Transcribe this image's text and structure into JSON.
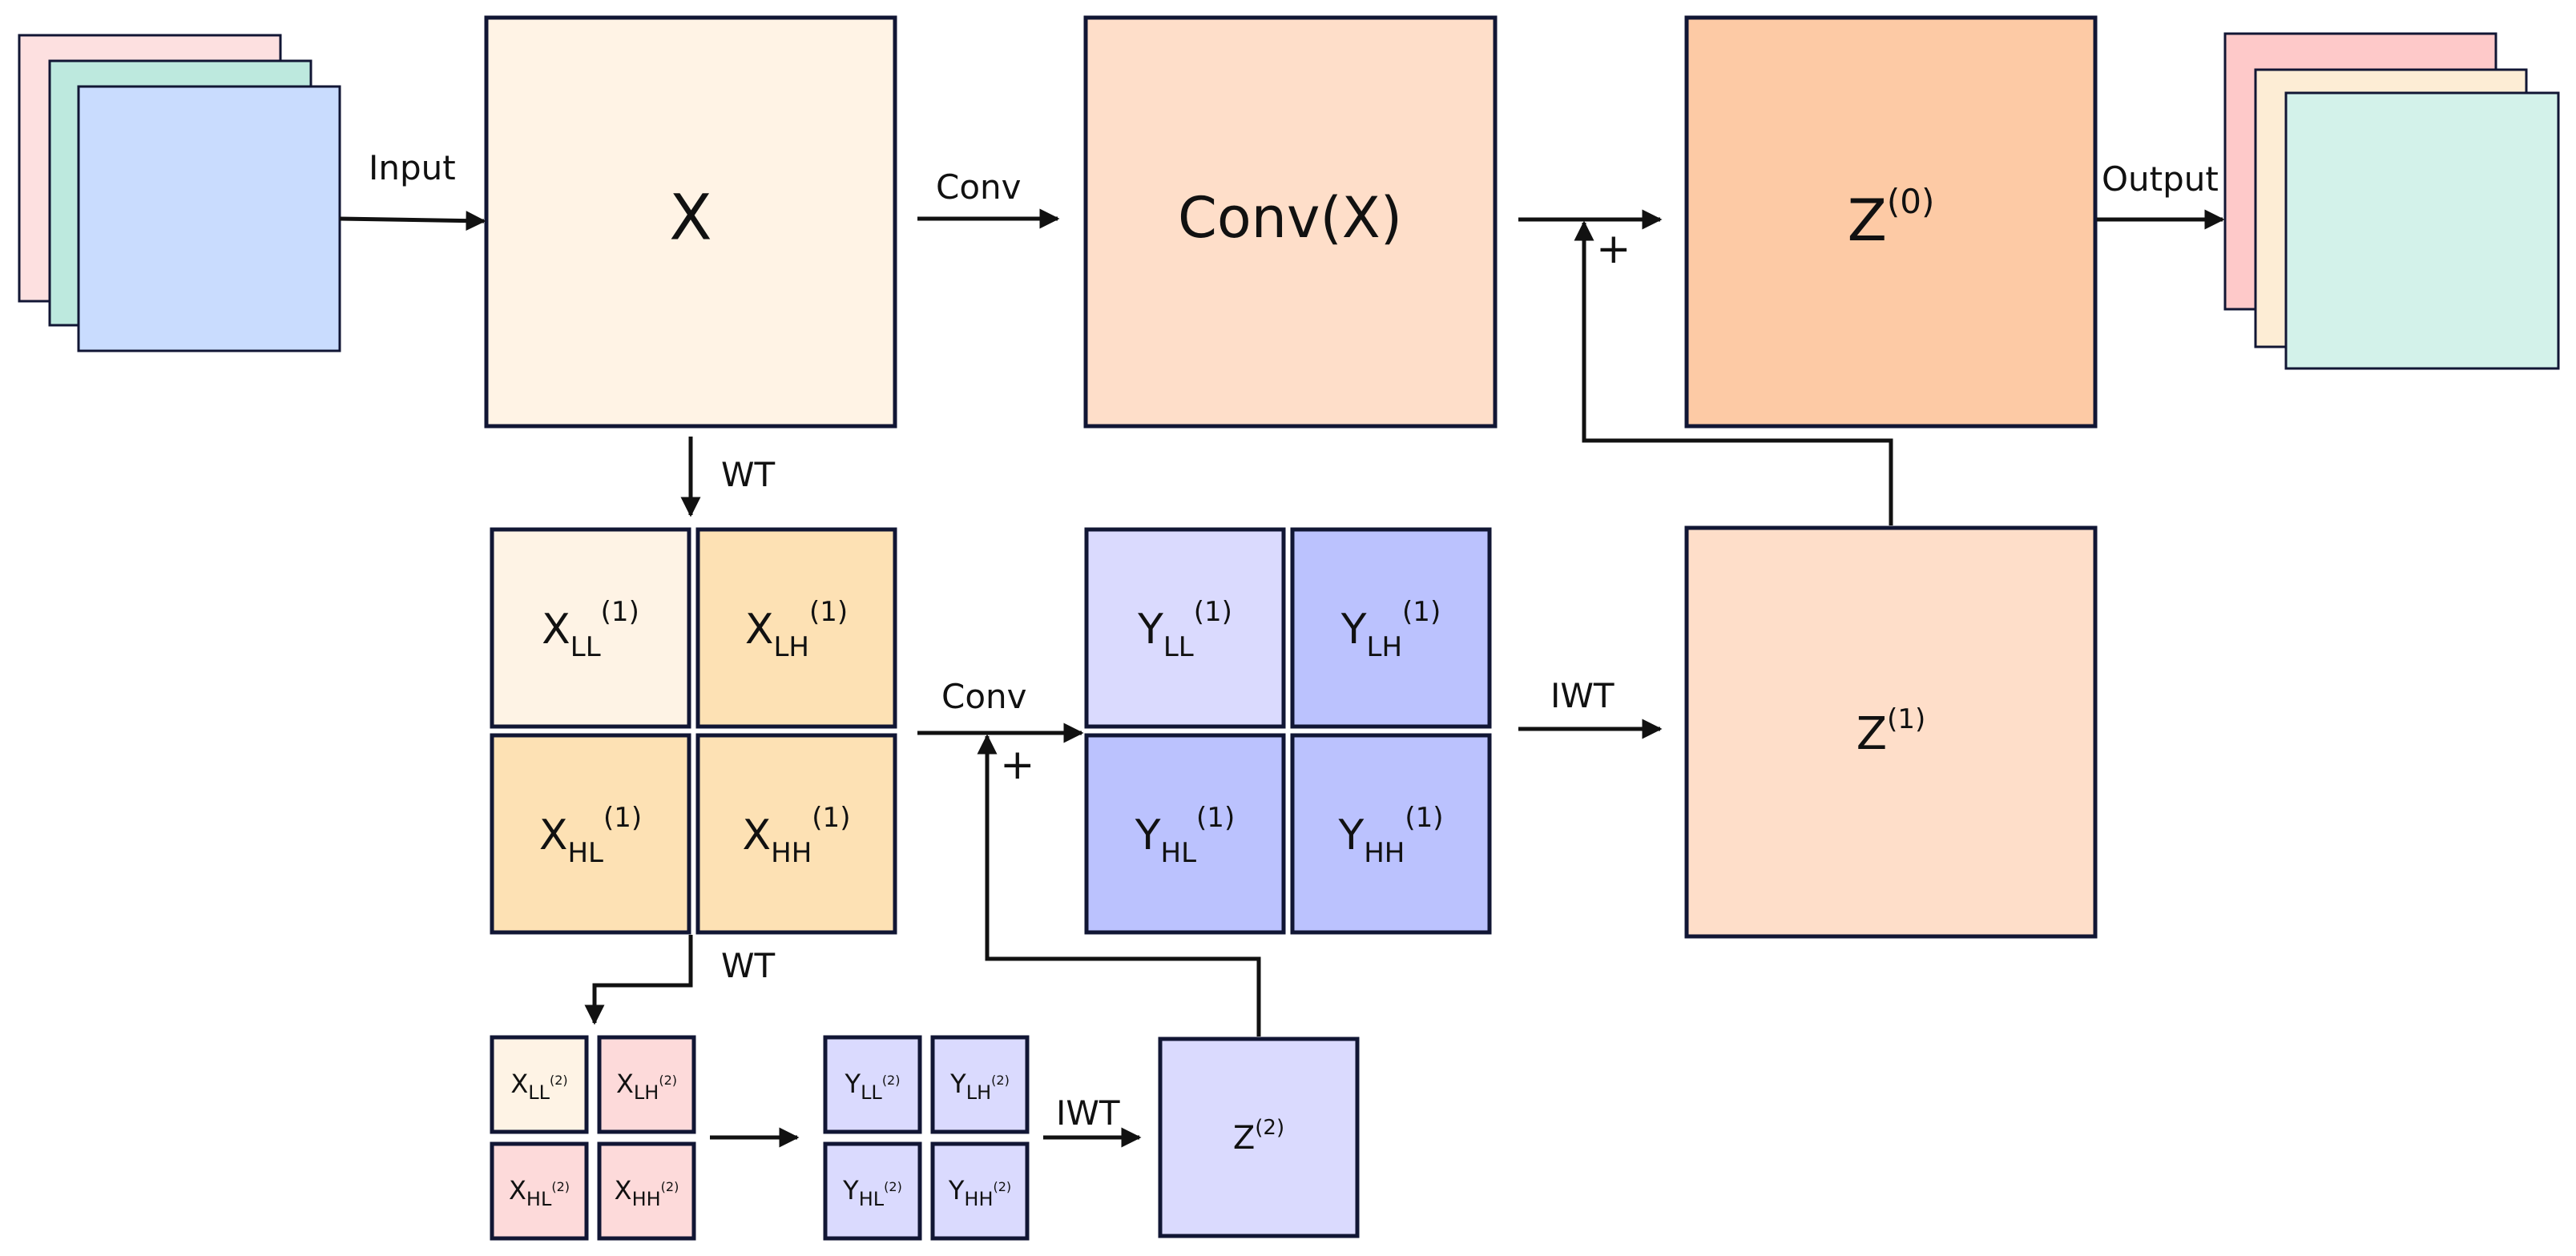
{
  "colors": {
    "stroke": "#111634",
    "x_main": "#FFF3E5",
    "x_light": "#FEF3E5",
    "x_orange": "#FDE1B4",
    "conv_salmon": "#FEDEC9",
    "z0_orange": "#FDCAA5",
    "y_light": "#DADAFE",
    "y_mid": "#BBC2FE",
    "pink": "#FDDADA",
    "input_pink": "#FDE0E0",
    "input_mint": "#BDE9DE",
    "input_blue": "#C9DCFE",
    "output_pink": "#FEC9C9",
    "output_cream": "#FDEDD5",
    "output_mint": "#D3F2EA"
  },
  "nodes": {
    "x": {
      "label": "X"
    },
    "conv_x": {
      "label": "Conv(X)"
    },
    "z0": {
      "base": "Z",
      "sup": "(0)"
    },
    "z1": {
      "base": "Z",
      "sup": "(1)"
    },
    "z2": {
      "base": "Z",
      "sup": "(2)"
    }
  },
  "level1_x": [
    {
      "base": "X",
      "sub": "LL",
      "sup": "(1)"
    },
    {
      "base": "X",
      "sub": "LH",
      "sup": "(1)"
    },
    {
      "base": "X",
      "sub": "HL",
      "sup": "(1)"
    },
    {
      "base": "X",
      "sub": "HH",
      "sup": "(1)"
    }
  ],
  "level1_y": [
    {
      "base": "Y",
      "sub": "LL",
      "sup": "(1)"
    },
    {
      "base": "Y",
      "sub": "LH",
      "sup": "(1)"
    },
    {
      "base": "Y",
      "sub": "HL",
      "sup": "(1)"
    },
    {
      "base": "Y",
      "sub": "HH",
      "sup": "(1)"
    }
  ],
  "level2_x": [
    {
      "base": "X",
      "sub": "LL",
      "sup": "(2)"
    },
    {
      "base": "X",
      "sub": "LH",
      "sup": "(2)"
    },
    {
      "base": "X",
      "sub": "HL",
      "sup": "(2)"
    },
    {
      "base": "X",
      "sub": "HH",
      "sup": "(2)"
    }
  ],
  "level2_y": [
    {
      "base": "Y",
      "sub": "LL",
      "sup": "(2)"
    },
    {
      "base": "Y",
      "sub": "LH",
      "sup": "(2)"
    },
    {
      "base": "Y",
      "sub": "HL",
      "sup": "(2)"
    },
    {
      "base": "Y",
      "sub": "HH",
      "sup": "(2)"
    }
  ],
  "edges": {
    "input": "Input",
    "conv_top": "Conv",
    "plus_top": "+",
    "output": "Output",
    "wt_1": "WT",
    "conv_mid": "Conv",
    "plus_mid": "+",
    "iwt_1": "IWT",
    "wt_2": "WT",
    "iwt_2": "IWT"
  }
}
